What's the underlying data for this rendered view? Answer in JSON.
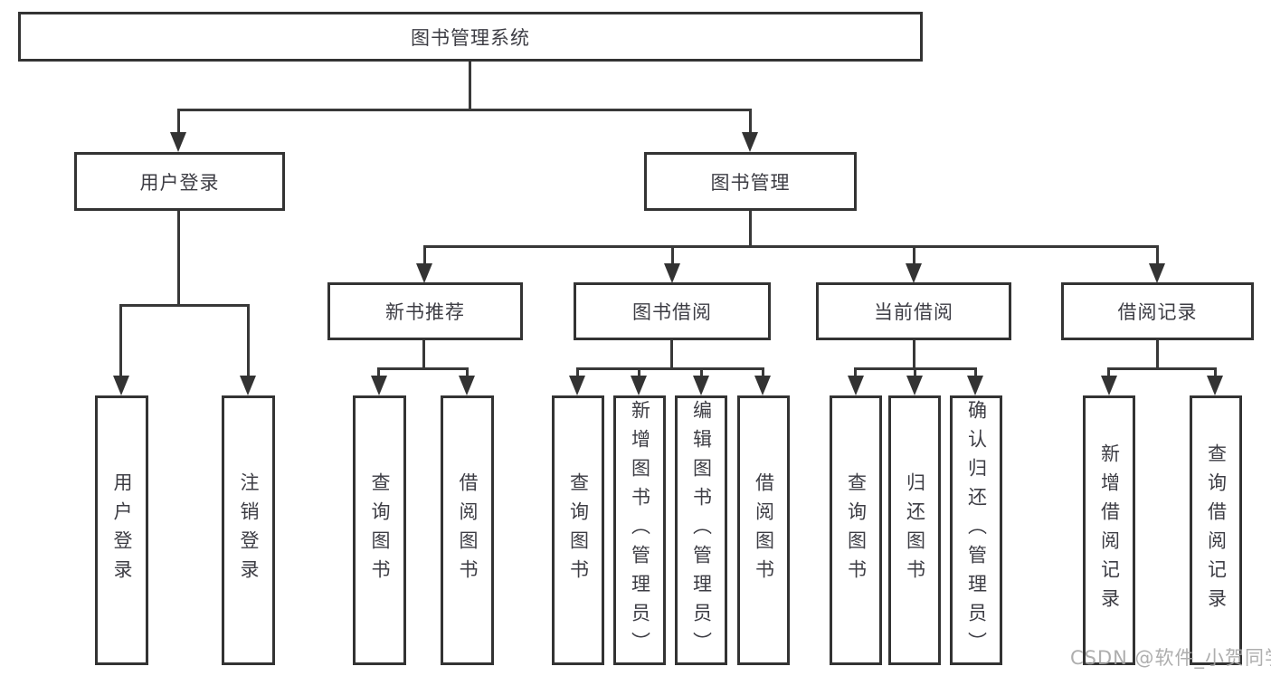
{
  "tree": {
    "label": "图书管理系统",
    "children": [
      {
        "label": "用户登录",
        "children": [
          {
            "label": "用户登录"
          },
          {
            "label": "注销登录"
          }
        ]
      },
      {
        "label": "图书管理",
        "children": [
          {
            "label": "新书推荐",
            "children": [
              {
                "label": "查询图书"
              },
              {
                "label": "借阅图书"
              }
            ]
          },
          {
            "label": "图书借阅",
            "children": [
              {
                "label": "查询图书"
              },
              {
                "label": "新增图书（管理员）"
              },
              {
                "label": "编辑图书（管理员）"
              },
              {
                "label": "借阅图书"
              }
            ]
          },
          {
            "label": "当前借阅",
            "children": [
              {
                "label": "查询图书"
              },
              {
                "label": "归还图书"
              },
              {
                "label": "确认归还（管理员）"
              }
            ]
          },
          {
            "label": "借阅记录",
            "children": [
              {
                "label": "新增借阅记录"
              },
              {
                "label": "查询借阅记录"
              }
            ]
          }
        ]
      }
    ]
  },
  "watermark": {
    "text": "CSDN @软件_小贺同学"
  },
  "colors": {
    "line": "#383838",
    "border": "#333333",
    "text": "#3d3d44",
    "watermark": "#a5a5a5",
    "background": "#ffffff"
  }
}
